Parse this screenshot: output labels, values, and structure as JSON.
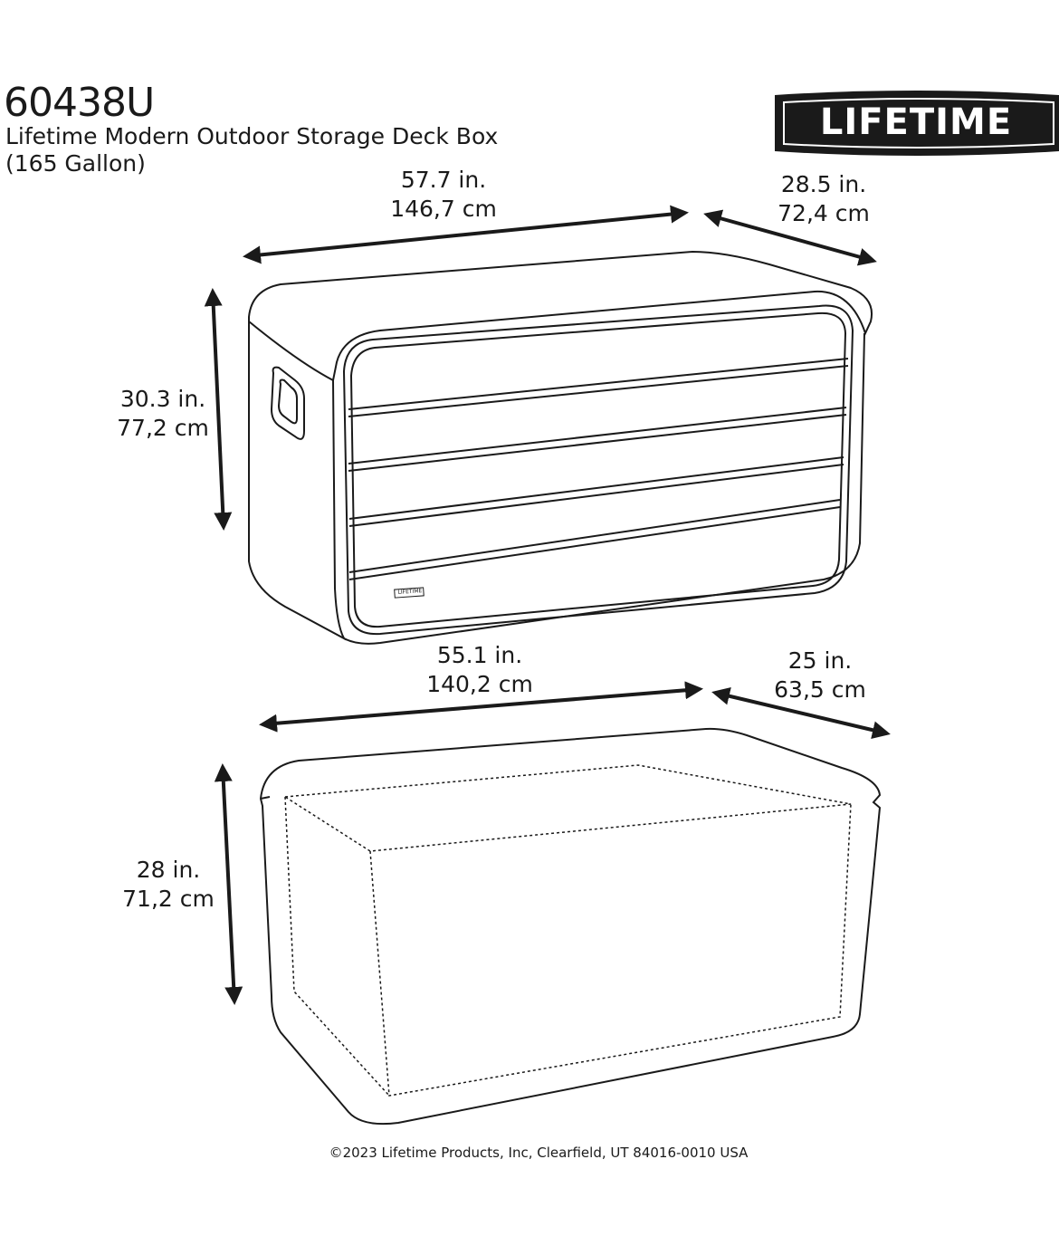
{
  "header": {
    "model": "60438U",
    "product_line1": "Lifetime Modern Outdoor Storage Deck Box",
    "product_line2": "(165 Gallon)"
  },
  "logo": {
    "text": "LIFETIME"
  },
  "exterior": {
    "width_in": "57.7 in.",
    "width_cm": "146,7 cm",
    "depth_in": "28.5 in.",
    "depth_cm": "72,4 cm",
    "height_in": "30.3 in.",
    "height_cm": "77,2 cm",
    "badge": "LIFETIME"
  },
  "interior": {
    "width_in": "55.1 in.",
    "width_cm": "140,2 cm",
    "depth_in": "25 in.",
    "depth_cm": "63,5 cm",
    "height_in": "28 in.",
    "height_cm": "71,2 cm"
  },
  "footer": "©2023 Lifetime Products, Inc, Clearfield, UT 84016-0010 USA",
  "colors": {
    "line": "#1a1a1a",
    "background": "#ffffff"
  }
}
